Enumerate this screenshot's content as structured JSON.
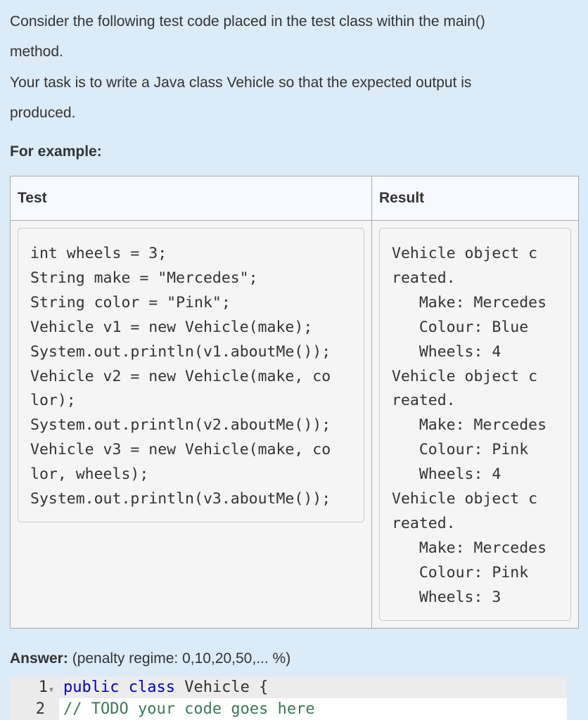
{
  "question": {
    "line1": "Consider the following test code placed in the test class within the main()",
    "line2": "method.",
    "line3": "Your task is to write a Java class Vehicle so that the expected output is",
    "line4": "produced.",
    "example_label": "For example:"
  },
  "table": {
    "headers": [
      "Test",
      "Result"
    ],
    "test_code": "int wheels = 3;\nString make = \"Mercedes\";\nString color = \"Pink\";\nVehicle v1 = new Vehicle(make);\nSystem.out.println(v1.aboutMe());\nVehicle v2 = new Vehicle(make, co\nlor);\nSystem.out.println(v2.aboutMe());\nVehicle v3 = new Vehicle(make, co\nlor, wheels);\nSystem.out.println(v3.aboutMe());",
    "result": "Vehicle object c\nreated.\n   Make: Mercedes\n   Colour: Blue\n   Wheels: 4\nVehicle object c\nreated.\n   Make: Mercedes\n   Colour: Pink\n   Wheels: 4\nVehicle object c\nreated.\n   Make: Mercedes\n   Colour: Pink\n   Wheels: 3"
  },
  "answer": {
    "label": "Answer:",
    "penalty": "(penalty regime: 0,10,20,50,... %)"
  },
  "editor": {
    "lines": [
      {
        "number": "1",
        "keyword": "public class",
        "rest": " Vehicle {"
      },
      {
        "number": "2",
        "comment": "// TODO your code goes here"
      }
    ]
  }
}
